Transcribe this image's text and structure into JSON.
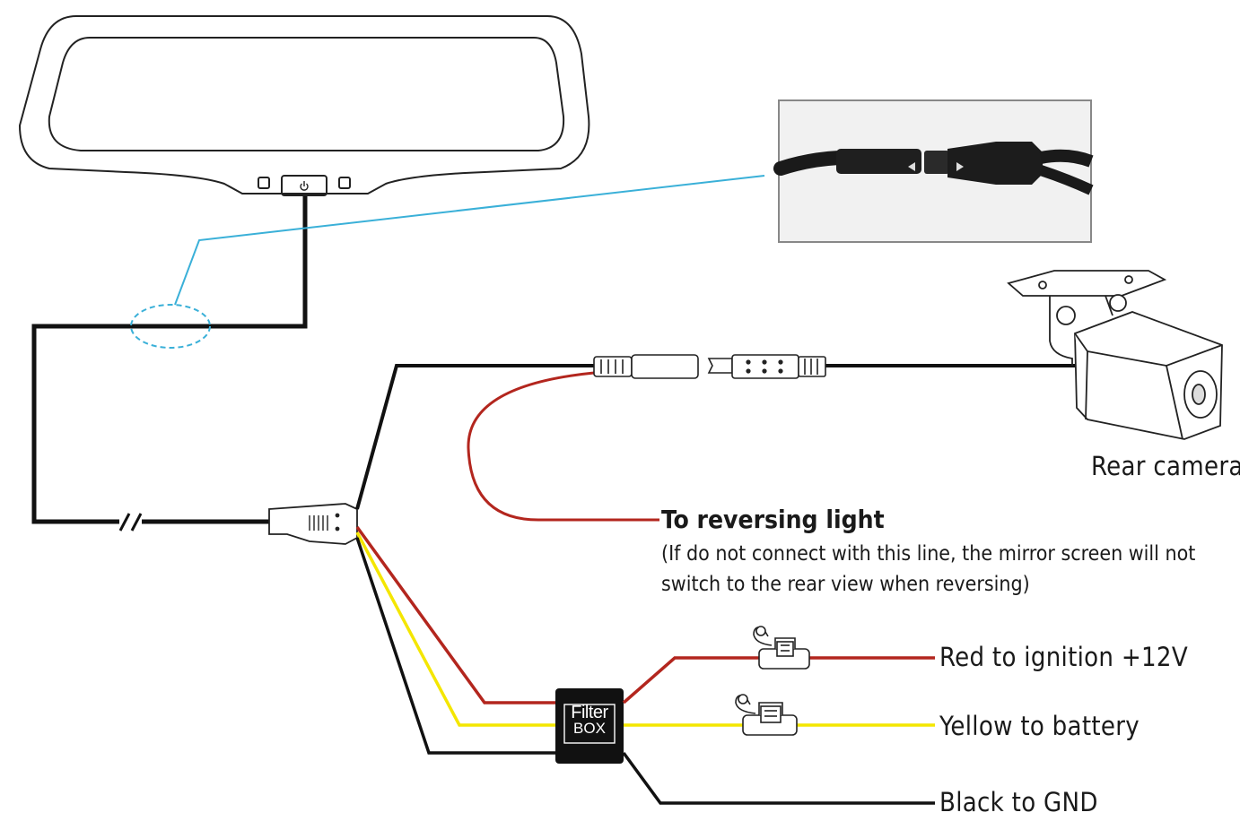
{
  "labels": {
    "rear_camera": "Rear camera",
    "reversing_title": "To reversing light",
    "reversing_note": "(If do not connect with this line, the mirror screen will not switch to the rear view when reversing)",
    "red_wire": "Red to ignition +12V",
    "yellow_wire": "Yellow to battery",
    "black_wire": "Black to GND",
    "filter_box_line1": "Filter",
    "filter_box_line2": "BOX"
  },
  "colors": {
    "wire_black": "#111111",
    "wire_red": "#b3261e",
    "wire_yellow": "#f4e600",
    "callout_blue": "#3ab0d8",
    "outline": "#222222"
  },
  "icons": [
    "power-icon",
    "fuse-icon",
    "camera-icon",
    "connector-icon"
  ]
}
